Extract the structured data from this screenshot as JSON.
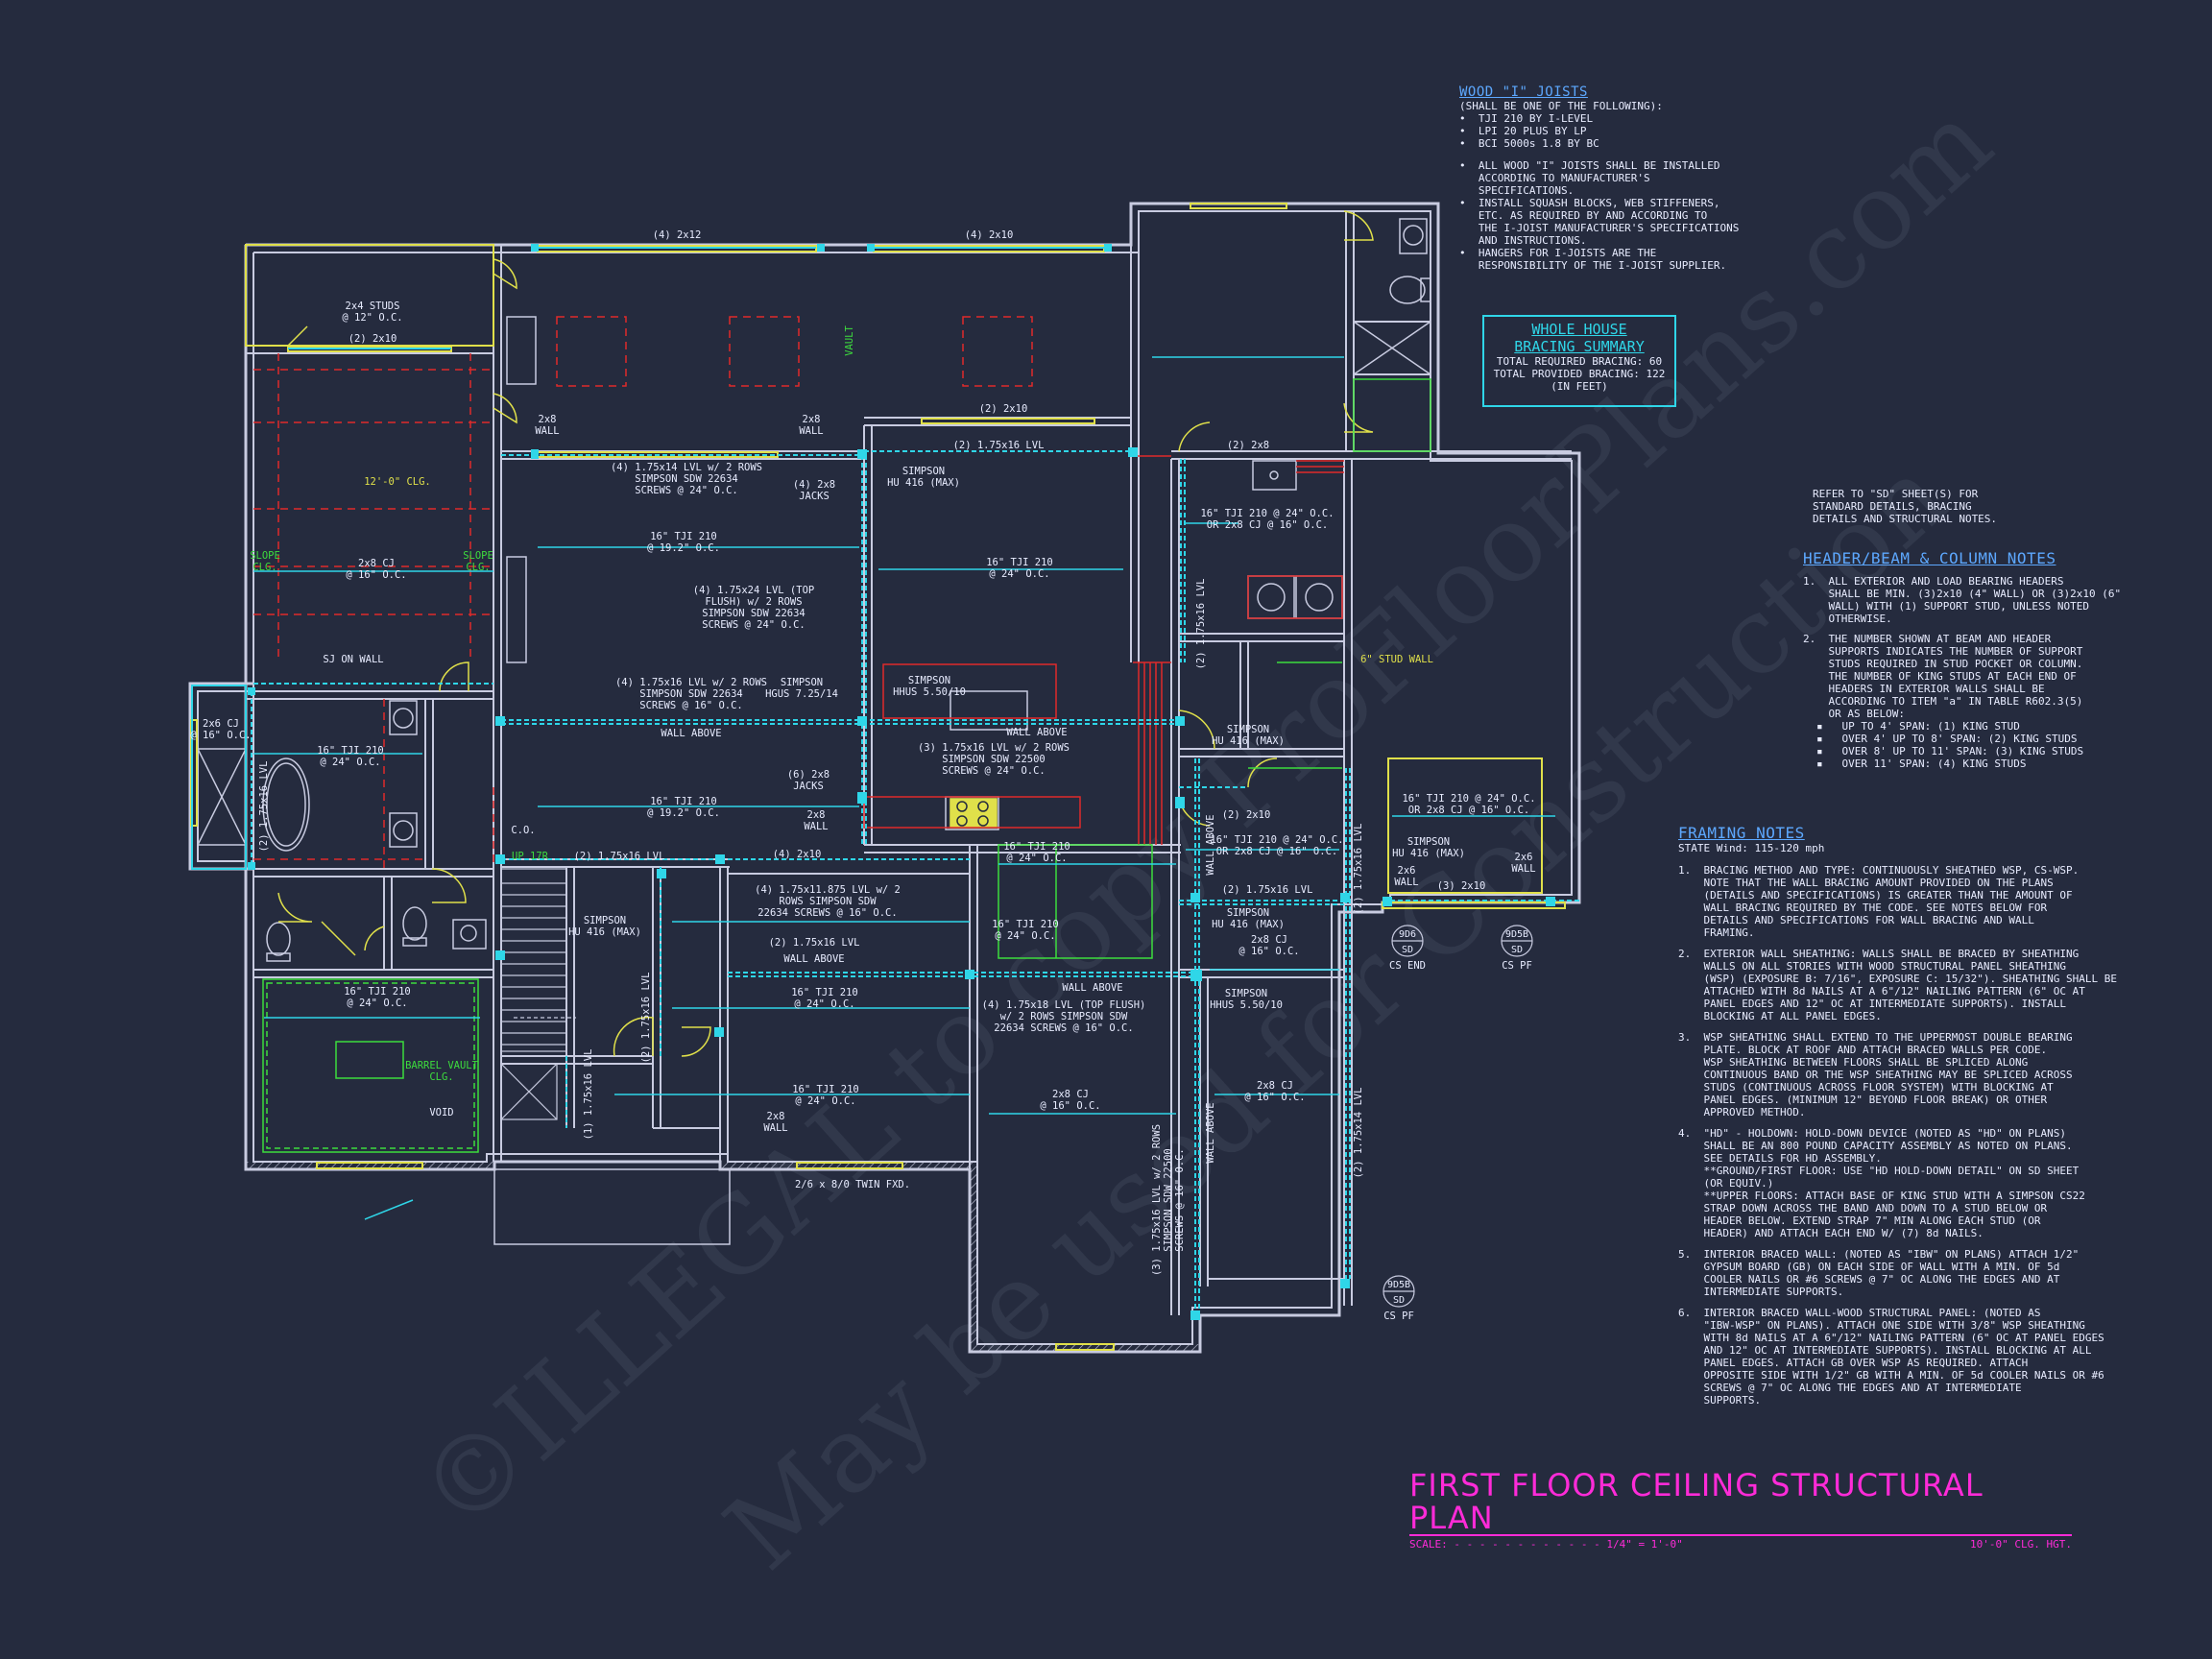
{
  "plan": {
    "labels": {
      "hdr_top_left": "(4) 2x12",
      "hdr_top_right": "(4) 2x10",
      "studs": "2x4 STUDS",
      "studs_oc": "@ 12\" O.C.",
      "hdr_2x10_left": "(2) 2x10",
      "clg_12": "12'-0\" CLG.",
      "slope_l": "SLOPE",
      "slope_l2": "CLG.",
      "slope_r": "SLOPE",
      "slope_r2": "CLG.",
      "cj_left": "2x8 CJ",
      "cj_left_oc": "@ 16\" O.C.",
      "wall_2x8_a": "2x8",
      "wall_2x8_a2": "WALL",
      "wall_2x8_b": "2x8",
      "wall_2x8_b2": "WALL",
      "hdr_2x10_mid": "(2) 2x10",
      "lvl_1_75x16_top": "(2) 1.75x16 LVL",
      "hdr_2x8_top": "(2) 2x8",
      "vault": "VAULT",
      "lvl_14_1": "(4) 1.75x14 LVL w/ 2 ROWS",
      "lvl_14_2": "SIMPSON SDW 22634",
      "lvl_14_3": "SCREWS @ 24\" O.C.",
      "jacks_4": "(4) 2x8",
      "jacks_4b": "JACKS",
      "simpson_hu_1": "SIMPSON",
      "simpson_hu_1b": "HU 416 (MAX)",
      "tji_192_a": "16\" TJI 210",
      "tji_192_a2": "@ 19.2\" O.C.",
      "tji_24_a": "16\" TJI 210",
      "tji_24_a2": "@ 24\" O.C.",
      "lvl_24_1": "(4) 1.75x24 LVL (TOP",
      "lvl_24_2": "FLUSH) w/ 2 ROWS",
      "lvl_24_3": "SIMPSON SDW 22634",
      "lvl_24_4": "SCREWS @ 24\" O.C.",
      "cj_closet": "16\" TJI 210 @ 24\" O.C.",
      "cj_closet2": "OR 2x8 CJ @ 16\" O.C.",
      "lvl_v_1": "(2) 1.75x16 LVL",
      "sj_on_wall": "SJ ON WALL",
      "stud_wall": "6\" STUD WALL",
      "cj_2x6": "2x6 CJ",
      "cj_2x6b": "@ 16\" O.C.",
      "lvl_16_1": "(4) 1.75x16 LVL w/ 2 ROWS",
      "lvl_16_2": "SIMPSON SDW 22634",
      "lvl_16_3": "SCREWS @ 16\" O.C.",
      "wall_above_1": "WALL ABOVE",
      "simpson_hgus": "SIMPSON",
      "simpson_hgus2": "HGUS 7.25/14",
      "simpson_hhus": "SIMPSON",
      "simpson_hhus2": "HHUS 5.50/10",
      "wall_above_2": "WALL ABOVE",
      "simpson_hu_2": "SIMPSON",
      "simpson_hu_2b": "HU 416 (MAX)",
      "lvl_3_1": "(3) 1.75x16 LVL w/ 2 ROWS",
      "lvl_3_2": "SIMPSON SDW 22500",
      "lvl_3_3": "SCREWS @ 24\" O.C.",
      "tji_24_bath": "16\" TJI 210",
      "tji_24_bath2": "@ 24\" O.C.",
      "lvl_v_bath": "(2) 1.75x16 LVL",
      "jacks_6": "(6) 2x8",
      "jacks_6b": "JACKS",
      "tji_192_b": "16\" TJI 210",
      "tji_192_b2": "@ 19.2\" O.C.",
      "wall_2x8_c": "2x8",
      "wall_2x8_c2": "WALL",
      "co": "C.O.",
      "up": "UP 17R",
      "lvl_16_hall": "(2) 1.75x16 LVL",
      "hdr_2x10_hall": "(4) 2x10",
      "tji_24_c": "16\" TJI 210",
      "tji_24_c2": "@ 24\" O.C.",
      "hdr_2x10_r": "(2) 2x10",
      "tji_cj_r": "16\" TJI 210 @ 24\" O.C.",
      "tji_cj_r2": "OR 2x8 CJ @ 16\" O.C.",
      "lvl_v_r": "(2) 1.75x16 LVL",
      "simpson_hu_3": "SIMPSON",
      "simpson_hu_3b": "HU 416 (MAX)",
      "wall_2x6_a": "2x6",
      "wall_2x6_a2": "WALL",
      "hdr_3_2x10": "(3) 2x10",
      "wall_2x6_b": "2x6",
      "wall_2x6_b2": "WALL",
      "tji_cj_g": "16\" TJI 210 @ 24\" O.C.",
      "tji_cj_g2": "OR 2x8 CJ @ 16\" O.C.",
      "lvl_11_1": "(4) 1.75x11.875 LVL w/ 2",
      "lvl_11_2": "ROWS SIMPSON SDW",
      "lvl_11_3": "22634 SCREWS @ 16\" O.C.",
      "simpson_hu_4": "SIMPSON",
      "simpson_hu_4b": "HU 416 (MAX)",
      "lvl_v_stair": "(2) 1.75x16 LVL",
      "tji_24_d": "16\" TJI 210",
      "tji_24_d2": "@ 24\" O.C.",
      "lvl_16_mid": "(2) 1.75x16 LVL",
      "wall_above_3": "WALL ABOVE",
      "lvl_16_r2": "(2) 1.75x16 LVL",
      "simpson_hu_5": "SIMPSON",
      "simpson_hu_5b": "HU 416 (MAX)",
      "cj_2x8_r": "2x8 CJ",
      "cj_2x8_r2": "@ 16\" O.C.",
      "lvl_18_1": "(4) 1.75x18 LVL (TOP FLUSH)",
      "lvl_18_2": "w/ 2 ROWS SIMPSON SDW",
      "lvl_18_3": "22634 SCREWS @ 16\" O.C.",
      "wall_above_4": "WALL ABOVE",
      "simpson_hhus_b": "SIMPSON",
      "simpson_hhus_b2": "HHUS 5.50/10",
      "tji_24_e": "16\" TJI 210",
      "tji_24_e2": "@ 24\" O.C.",
      "tji_24_f": "16\" TJI 210",
      "tji_24_f2": "@ 24\" O.C.",
      "tji_24_g": "16\" TJI 210",
      "tji_24_g2": "@ 24\" O.C.",
      "barrel": "BARREL VAULT",
      "barrel2": "CLG.",
      "void": "VOID",
      "lvl_v_void": "(1) 1.75x16 LVL",
      "wall_2x8_d": "2x8",
      "wall_2x8_d2": "WALL",
      "door": "2/6 x 8/0 TWIN FXD.",
      "cj_2x8_g": "2x8 CJ",
      "cj_2x8_g2": "@ 16\" O.C.",
      "cj_2x8_h": "2x8 CJ",
      "cj_2x8_h2": "@ 16\" O.C.",
      "lvl_v_g": "(3) 1.75x16 LVL w/ 2 ROWS",
      "lvl_v_g2": "SIMPSON SDW 22500",
      "lvl_v_g3": "SCREWS @ 16\" O.C.",
      "wall_above_v": "WALL ABOVE",
      "wall_above_v2": "WALL ABOVE",
      "lvl_v_right": "(2) 1.75x14 LVL",
      "cs_end": "CS END",
      "cs_pf": "CS PF",
      "cs_pf2": "CS PF",
      "tag_9d6": "9D6",
      "tag_9d5b": "9D5B",
      "tag_9d5b2": "9D5B",
      "tag_sd": "SD"
    }
  },
  "notes": {
    "ijoists_title": "WOOD \"I\" JOISTS",
    "ijoists_sub": "(SHALL BE ONE OF THE FOLLOWING):",
    "ijoists_list": [
      "TJI 210 BY I-LEVEL",
      "LPI 20 PLUS BY LP",
      "BCI 5000s 1.8 BY BC"
    ],
    "ijoists_notes": [
      "ALL WOOD \"I\" JOISTS SHALL BE INSTALLED\nACCORDING TO MANUFACTURER'S\nSPECIFICATIONS.",
      "INSTALL SQUASH BLOCKS, WEB STIFFENERS,\nETC. AS REQUIRED BY AND ACCORDING TO\nTHE I-JOIST MANUFACTURER'S SPECIFICATIONS\nAND INSTRUCTIONS.",
      "HANGERS FOR I-JOISTS ARE THE\nRESPONSIBILITY OF THE I-JOIST SUPPLIER."
    ],
    "bracing_title1": "WHOLE HOUSE",
    "bracing_title2": "BRACING SUMMARY",
    "bracing_req": "TOTAL REQUIRED BRACING: 60",
    "bracing_prov": "TOTAL PROVIDED BRACING: 122",
    "bracing_unit": "(IN FEET)",
    "refer": "REFER TO \"SD\" SHEET(S) FOR\nSTANDARD DETAILS, BRACING\nDETAILS AND STRUCTURAL NOTES.",
    "header_title": "HEADER/BEAM & COLUMN NOTES",
    "header_1": "ALL EXTERIOR AND LOAD BEARING HEADERS\nSHALL BE MIN. (3)2x10 (4\" WALL) OR (3)2x10 (6\"\nWALL) WITH (1) SUPPORT STUD, UNLESS NOTED\nOTHERWISE.",
    "header_2": "THE NUMBER SHOWN AT BEAM AND HEADER\nSUPPORTS INDICATES THE NUMBER OF SUPPORT\nSTUDS REQUIRED IN STUD POCKET OR COLUMN.\nTHE NUMBER OF KING STUDS AT EACH END OF\nHEADERS IN EXTERIOR WALLS SHALL BE\nACCORDING TO ITEM \"a\" IN TABLE R602.3(5)\nOR AS BELOW:",
    "king_list": [
      "UP TO 4' SPAN: (1) KING STUD",
      "OVER 4' UP TO 8' SPAN: (2) KING STUDS",
      "OVER 8' UP TO 11' SPAN: (3) KING STUDS",
      "OVER 11' SPAN: (4) KING STUDS"
    ],
    "framing_title": "FRAMING NOTES",
    "framing_sub": "STATE Wind: 115-120 mph",
    "framing_list": [
      "BRACING METHOD AND TYPE: CONTINUOUSLY SHEATHED WSP, CS-WSP.\nNOTE THAT THE WALL BRACING AMOUNT PROVIDED ON THE PLANS\n(DETAILS AND SPECIFICATIONS) IS GREATER THAN THE AMOUNT OF\nWALL BRACING REQUIRED BY THE CODE. SEE NOTES BELOW FOR\nDETAILS AND SPECIFICATIONS FOR WALL BRACING AND WALL\nFRAMING.",
      "EXTERIOR WALL SHEATHING: WALLS SHALL BE BRACED BY SHEATHING\nWALLS ON ALL STORIES WITH WOOD STRUCTURAL PANEL SHEATHING\n(WSP) (EXPOSURE B: 7/16\", EXPOSURE C: 15/32\"). SHEATHING SHALL BE\nATTACHED WITH 8d NAILS AT A 6\"/12\" NAILING PATTERN (6\" OC AT\nPANEL EDGES AND 12\" OC AT INTERMEDIATE SUPPORTS). INSTALL\nBLOCKING AT ALL PANEL EDGES.",
      "WSP SHEATHING SHALL EXTEND TO THE UPPERMOST DOUBLE BEARING\nPLATE. BLOCK AT ROOF AND ATTACH BRACED WALLS PER CODE.\nWSP SHEATHING BETWEEN FLOORS SHALL BE SPLICED ALONG\nCONTINUOUS BAND OR THE WSP SHEATHING MAY BE SPLICED ACROSS\nSTUDS (CONTINUOUS ACROSS FLOOR SYSTEM) WITH BLOCKING AT\nPANEL EDGES. (MINIMUM 12\" BEYOND FLOOR BREAK) OR OTHER\nAPPROVED METHOD.",
      "\"HD\" - HOLDOWN: HOLD-DOWN DEVICE (NOTED AS \"HD\" ON PLANS)\nSHALL BE AN 800 POUND CAPACITY ASSEMBLY AS NOTED ON PLANS.\nSEE DETAILS FOR HD ASSEMBLY.\n**GROUND/FIRST FLOOR: USE \"HD HOLD-DOWN DETAIL\" ON SD SHEET\n(OR EQUIV.)\n**UPPER FLOORS: ATTACH BASE OF KING STUD WITH A SIMPSON CS22\nSTRAP DOWN ACROSS THE BAND AND DOWN TO A STUD BELOW OR\nHEADER BELOW. EXTEND STRAP 7\" MIN ALONG EACH STUD (OR\nHEADER) AND ATTACH EACH END W/ (7) 8d NAILS.",
      "INTERIOR BRACED WALL: (NOTED AS \"IBW\" ON PLANS) ATTACH 1/2\"\nGYPSUM BOARD (GB) ON EACH SIDE OF WALL WITH A MIN. OF 5d\nCOOLER NAILS OR #6 SCREWS @ 7\" OC ALONG THE EDGES AND AT\nINTERMEDIATE SUPPORTS.",
      "INTERIOR BRACED WALL-WOOD STRUCTURAL PANEL: (NOTED AS\n\"IBW-WSP\" ON PLANS). ATTACH ONE SIDE WITH 3/8\" WSP SHEATHING\nWITH 8d NAILS AT A 6\"/12\" NAILING PATTERN (6\" OC AT PANEL EDGES\nAND 12\" OC AT INTERMEDIATE SUPPORTS). INSTALL BLOCKING AT ALL\nPANEL EDGES. ATTACH GB OVER WSP AS REQUIRED. ATTACH\nOPPOSITE SIDE WITH 1/2\" GB WITH A MIN. OF 5d COOLER NAILS OR #6\nSCREWS @ 7\" OC ALONG THE EDGES AND AT INTERMEDIATE\nSUPPORTS."
    ]
  },
  "title_block": {
    "title": "FIRST FLOOR CEILING STRUCTURAL PLAN",
    "scale_label": "SCALE:",
    "scale_value": "1/4\" = 1'-0\"",
    "ceiling": "10'-0\" CLG. HGT."
  },
  "watermark": {
    "line1": "©ILLEGAL to copy ProFloorPlans.com",
    "line2": "May be used for Construction"
  },
  "colors": {
    "background": "#252b3e",
    "wall": "#c8cbe0",
    "beam": "#2fd6e8",
    "header": "#e0e04a",
    "red": "#e02a2a",
    "green": "#3ddc3d",
    "title": "#ff2bd8",
    "note_heading": "#5da8ff"
  }
}
